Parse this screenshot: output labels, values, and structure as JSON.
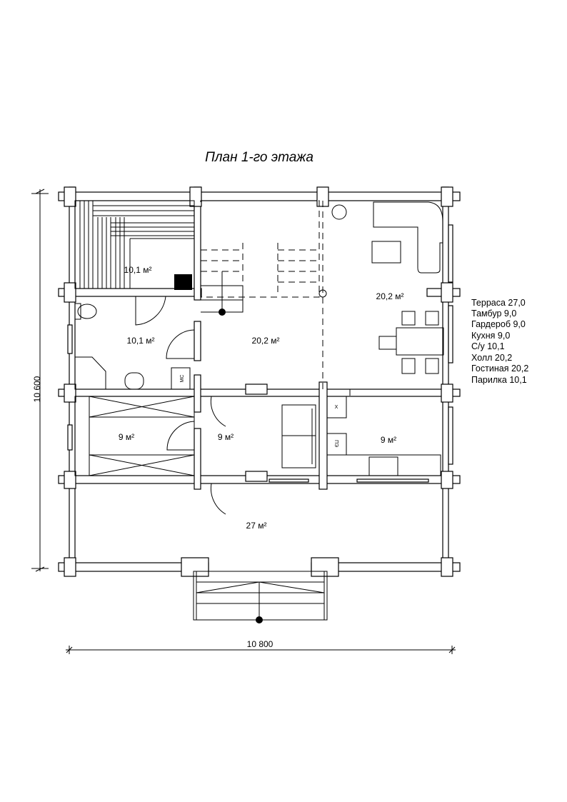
{
  "title": "План 1-го этажа",
  "rooms": {
    "sauna": "10,1 м²",
    "bathroom": "10,1 м²",
    "hall": "20,2 м²",
    "living": "20,2 м²",
    "wardrobe": "9 м²",
    "vestibule": "9 м²",
    "kitchen": "9 м²",
    "terrace": "27 м²"
  },
  "fixtures": {
    "washer": "МС",
    "fridge": "Х",
    "stove": "ПЭ"
  },
  "legend": [
    "Терраса 27,0",
    "Тамбур 9,0",
    "Гардероб 9,0",
    "Кухня 9,0",
    "С/у 10,1",
    "Холл 20,2",
    "Гостиная 20,2",
    "Парилка 10,1"
  ],
  "dimensions": {
    "height": "10 600",
    "width": "10 800"
  }
}
